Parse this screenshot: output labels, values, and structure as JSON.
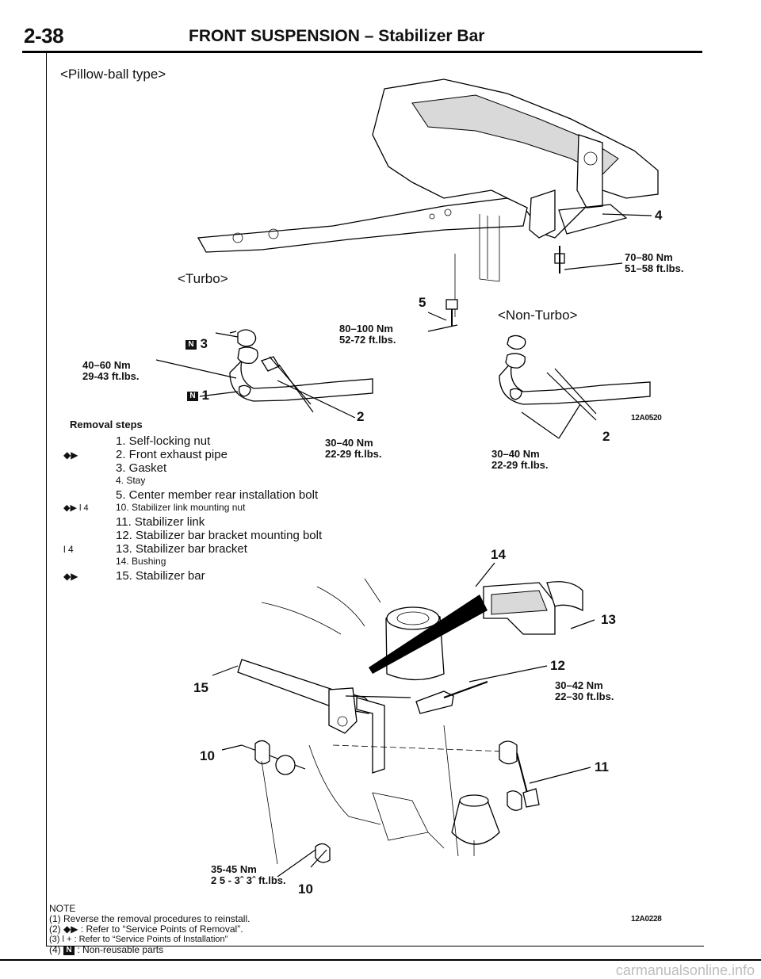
{
  "header": {
    "page_number": "2-38",
    "title": "FRONT SUSPENSION – Stabilizer Bar"
  },
  "variants": {
    "pillow_ball": "<Pillow-ball type>",
    "turbo": "<Turbo>",
    "non_turbo": "<Non-Turbo>"
  },
  "torques": {
    "t70_80": {
      "nm": "70–80 Nm",
      "ftlbs": "51–58 ft.lbs."
    },
    "t80_100": {
      "nm": "80–100 Nm",
      "ftlbs": "52-72 ft.lbs."
    },
    "t40_60": {
      "nm": "40–60 Nm",
      "ftlbs": "29-43 ft.lbs."
    },
    "t30_40_turbo": {
      "nm": "30–40 Nm",
      "ftlbs": "22-29 ft.lbs."
    },
    "t30_40_nonturbo": {
      "nm": "30–40 Nm",
      "ftlbs": "22-29 ft.lbs."
    },
    "t30_42": {
      "nm": "30–42 Nm",
      "ftlbs": "22–30 ft.lbs."
    },
    "t35_45": {
      "nm": "35-45 Nm",
      "ftlbs": "2 5 - 3ˆ 3ˆ ft.lbs."
    }
  },
  "callouts": {
    "c1": "1",
    "c2_turbo": "2",
    "c2_nonturbo": "2",
    "c3": "3",
    "c4": "4",
    "c5": "5",
    "c10_top": "10",
    "c10_bottom": "10",
    "c11": "11",
    "c12": "12",
    "c13": "13",
    "c14": "14",
    "c15": "15"
  },
  "figure_codes": {
    "upper": "12A0520",
    "lower": "12A0228"
  },
  "removal": {
    "title": "Removal steps",
    "steps": [
      {
        "marker": "",
        "text": "1. Self-locking nut"
      },
      {
        "marker": "◆▶",
        "text": "2. Front exhaust pipe"
      },
      {
        "marker": "",
        "text": "3. Gasket"
      },
      {
        "marker": "",
        "text": "4. Stay"
      },
      {
        "marker": "",
        "text": "5. Center member rear installation bolt"
      },
      {
        "marker": "◆▶  l  4",
        "text": "10. Stabilizer link mounting nut"
      },
      {
        "marker": "",
        "text": "11. Stabilizer link"
      },
      {
        "marker": "",
        "text": "12. Stabilizer bar bracket mounting bolt"
      },
      {
        "marker": "l  4",
        "text": "13. Stabilizer bar bracket"
      },
      {
        "marker": "",
        "text": "14. Bushing"
      },
      {
        "marker": "◆▶",
        "text": "15. Stabilizer bar"
      }
    ]
  },
  "notes": {
    "title": "NOTE",
    "n1": "(1) Reverse the removal procedures to reinstall.",
    "n2": "(2) ◆▶ : Refer to “Service Points of Removal”.",
    "n3": "(3)  l   + : Refer to “Service Points of Installation”",
    "n4_prefix": "(4)",
    "n4_box": "N",
    "n4_text": ": Non-reusable parts"
  },
  "nonreusable_box": "N",
  "watermark": "carmanualsonline.info"
}
